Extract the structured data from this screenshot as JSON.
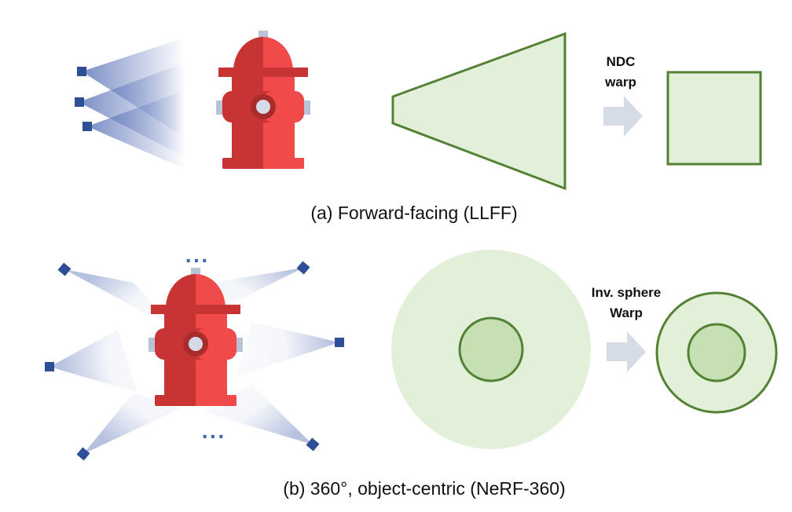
{
  "panel_a": {
    "caption": "(a) Forward-facing (LLFF)",
    "warp_label_line1": "NDC",
    "warp_label_line2": "warp"
  },
  "panel_b": {
    "caption": "(b) 360°, object-centric (NeRF-360)",
    "warp_label_line1": "Inv. sphere",
    "warp_label_line2": "Warp",
    "ellipsis_top": "...",
    "ellipsis_bottom": "..."
  },
  "colors": {
    "camera": "#2e4f96",
    "frustum": "#5a73b8",
    "hydrant_light": "#f04a4a",
    "hydrant_dark": "#c83434",
    "hydrant_grey": "#b8c4d6",
    "region_fill": "#e2f0d9",
    "region_inner_fill": "#c6e0b4",
    "region_stroke": "#548235",
    "arrow": "#d6dce5"
  },
  "icons": [
    "camera-icon",
    "fire-hydrant-icon",
    "arrow-right-icon"
  ]
}
